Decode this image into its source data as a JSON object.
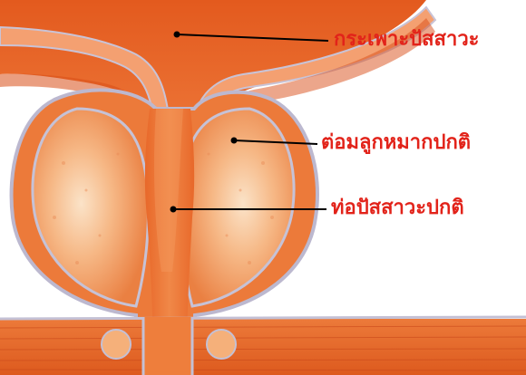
{
  "labels": {
    "bladder": "กระเพาะปัสสาวะ",
    "prostate": "ต่อมลูกหมากปกติ",
    "urethra": "ท่อปัสสาวะปกติ"
  },
  "colors": {
    "label_text": "#e2231a",
    "pointer_line": "#000000",
    "tissue_dark": "#e05a1c",
    "tissue_mid": "#ef7a3a",
    "tissue_light": "#f7c9a3",
    "capsule": "#b9b6cc",
    "background": "#ffffff"
  }
}
